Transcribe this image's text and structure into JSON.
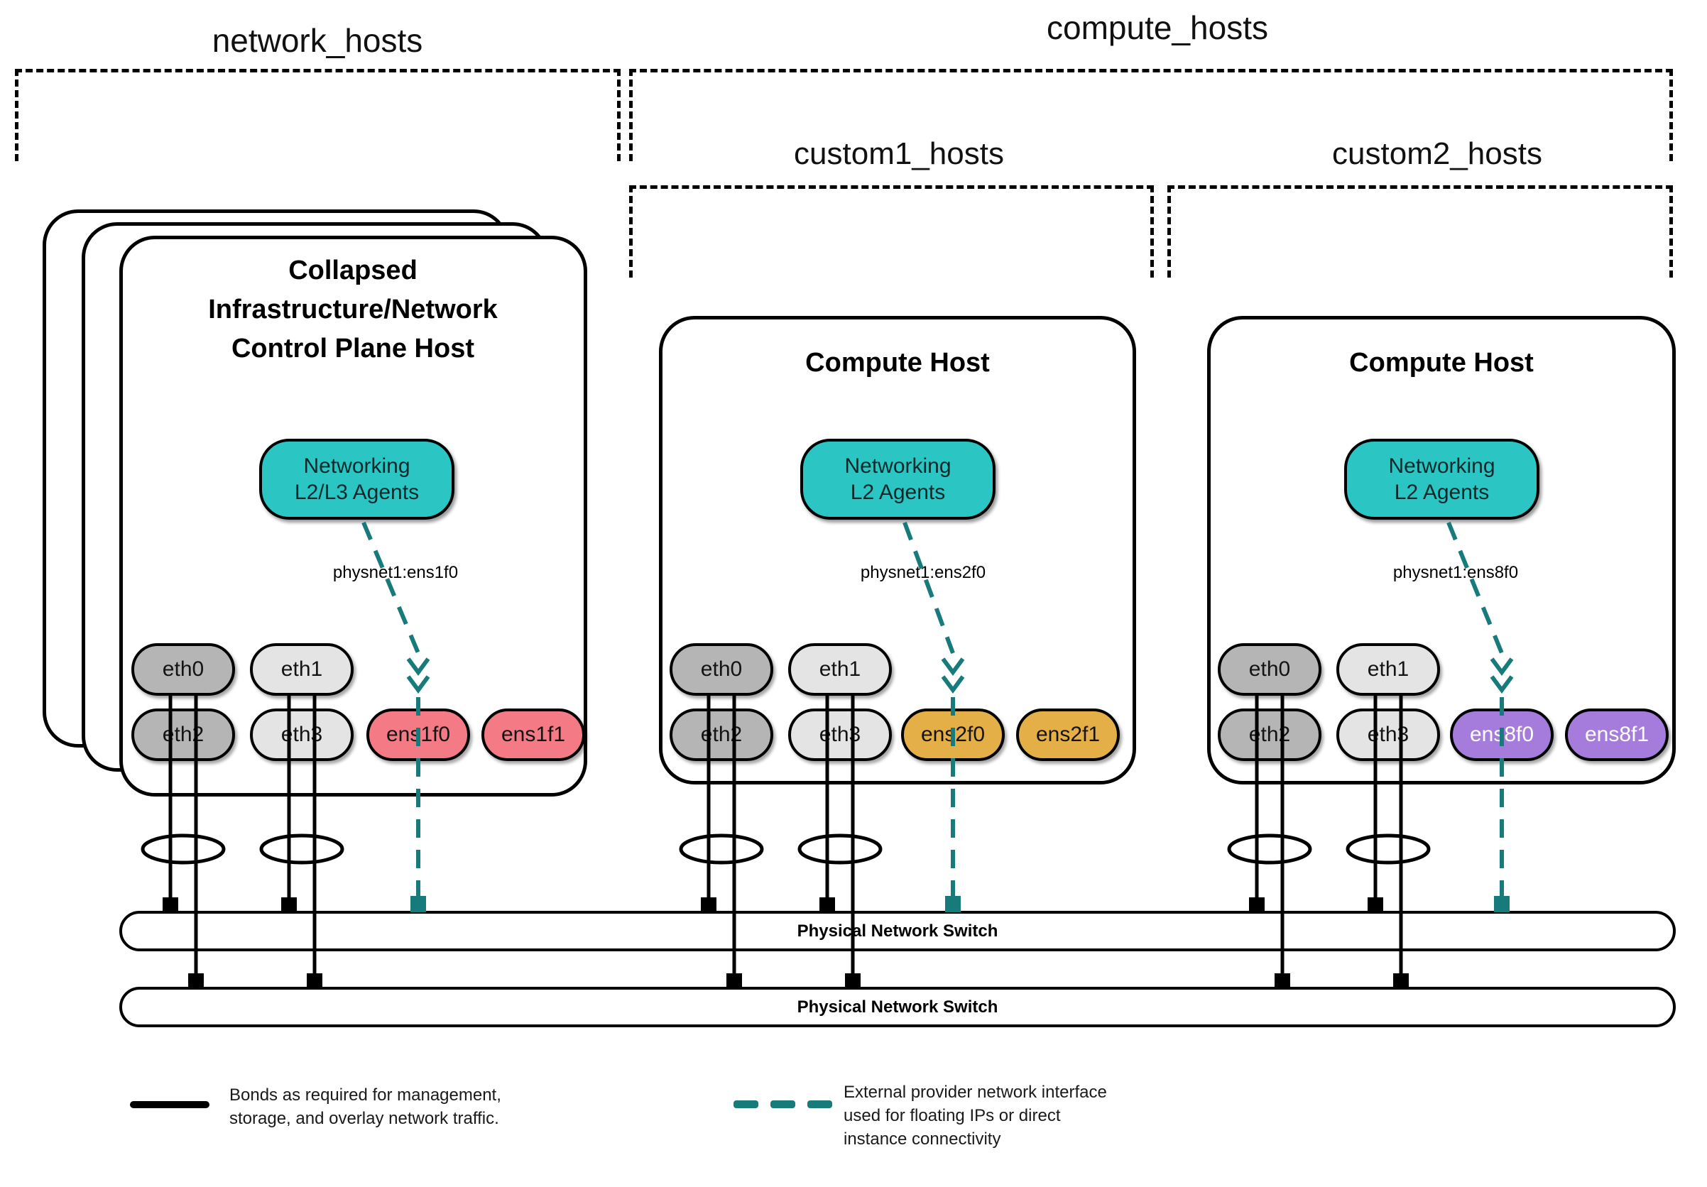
{
  "groups": {
    "network_hosts_label": "network_hosts",
    "compute_hosts_label": "compute_hosts",
    "custom1_hosts_label": "custom1_hosts",
    "custom2_hosts_label": "custom2_hosts"
  },
  "hosts": [
    {
      "title_lines": [
        "Collapsed",
        "Infrastructure/Network",
        "Control Plane Host"
      ],
      "agent_lines": [
        "Networking",
        "L2/L3 Agents"
      ],
      "physnet_label": "physnet1:ens1f0",
      "nics": [
        "eth0",
        "eth1",
        "eth2",
        "eth3",
        "ens1f0",
        "ens1f1"
      ],
      "ens_color": "#F47B86"
    },
    {
      "title": "Compute Host",
      "agent_lines": [
        "Networking",
        "L2 Agents"
      ],
      "physnet_label": "physnet1:ens2f0",
      "nics": [
        "eth0",
        "eth1",
        "eth2",
        "eth3",
        "ens2f0",
        "ens2f1"
      ],
      "ens_color": "#E5AF47"
    },
    {
      "title": "Compute Host",
      "agent_lines": [
        "Networking",
        "L2 Agents"
      ],
      "physnet_label": "physnet1:ens8f0",
      "nics": [
        "eth0",
        "eth1",
        "eth2",
        "eth3",
        "ens8f0",
        "ens8f1"
      ],
      "ens_color": "#A57CDB"
    }
  ],
  "switches": [
    {
      "label": "Physical Network Switch"
    },
    {
      "label": "Physical Network Switch"
    }
  ],
  "legend": [
    {
      "swatch": "solid-black-line",
      "lines": [
        "Bonds as required for management,",
        "storage, and overlay network traffic."
      ]
    },
    {
      "swatch": "teal-dashed-line",
      "lines": [
        "External provider network interface",
        "used for floating IPs or direct",
        "instance connectivity"
      ]
    }
  ],
  "colors": {
    "agent_fill": "#2BC5C4",
    "provider_line_teal": "#177A7B",
    "nic_dark_gray": "#B5B5B5",
    "nic_light_gray": "#E4E4E4",
    "nic_pink": "#F47B86",
    "nic_gold": "#E5AF47",
    "nic_purple": "#A57CDB",
    "line_black": "#000000"
  }
}
